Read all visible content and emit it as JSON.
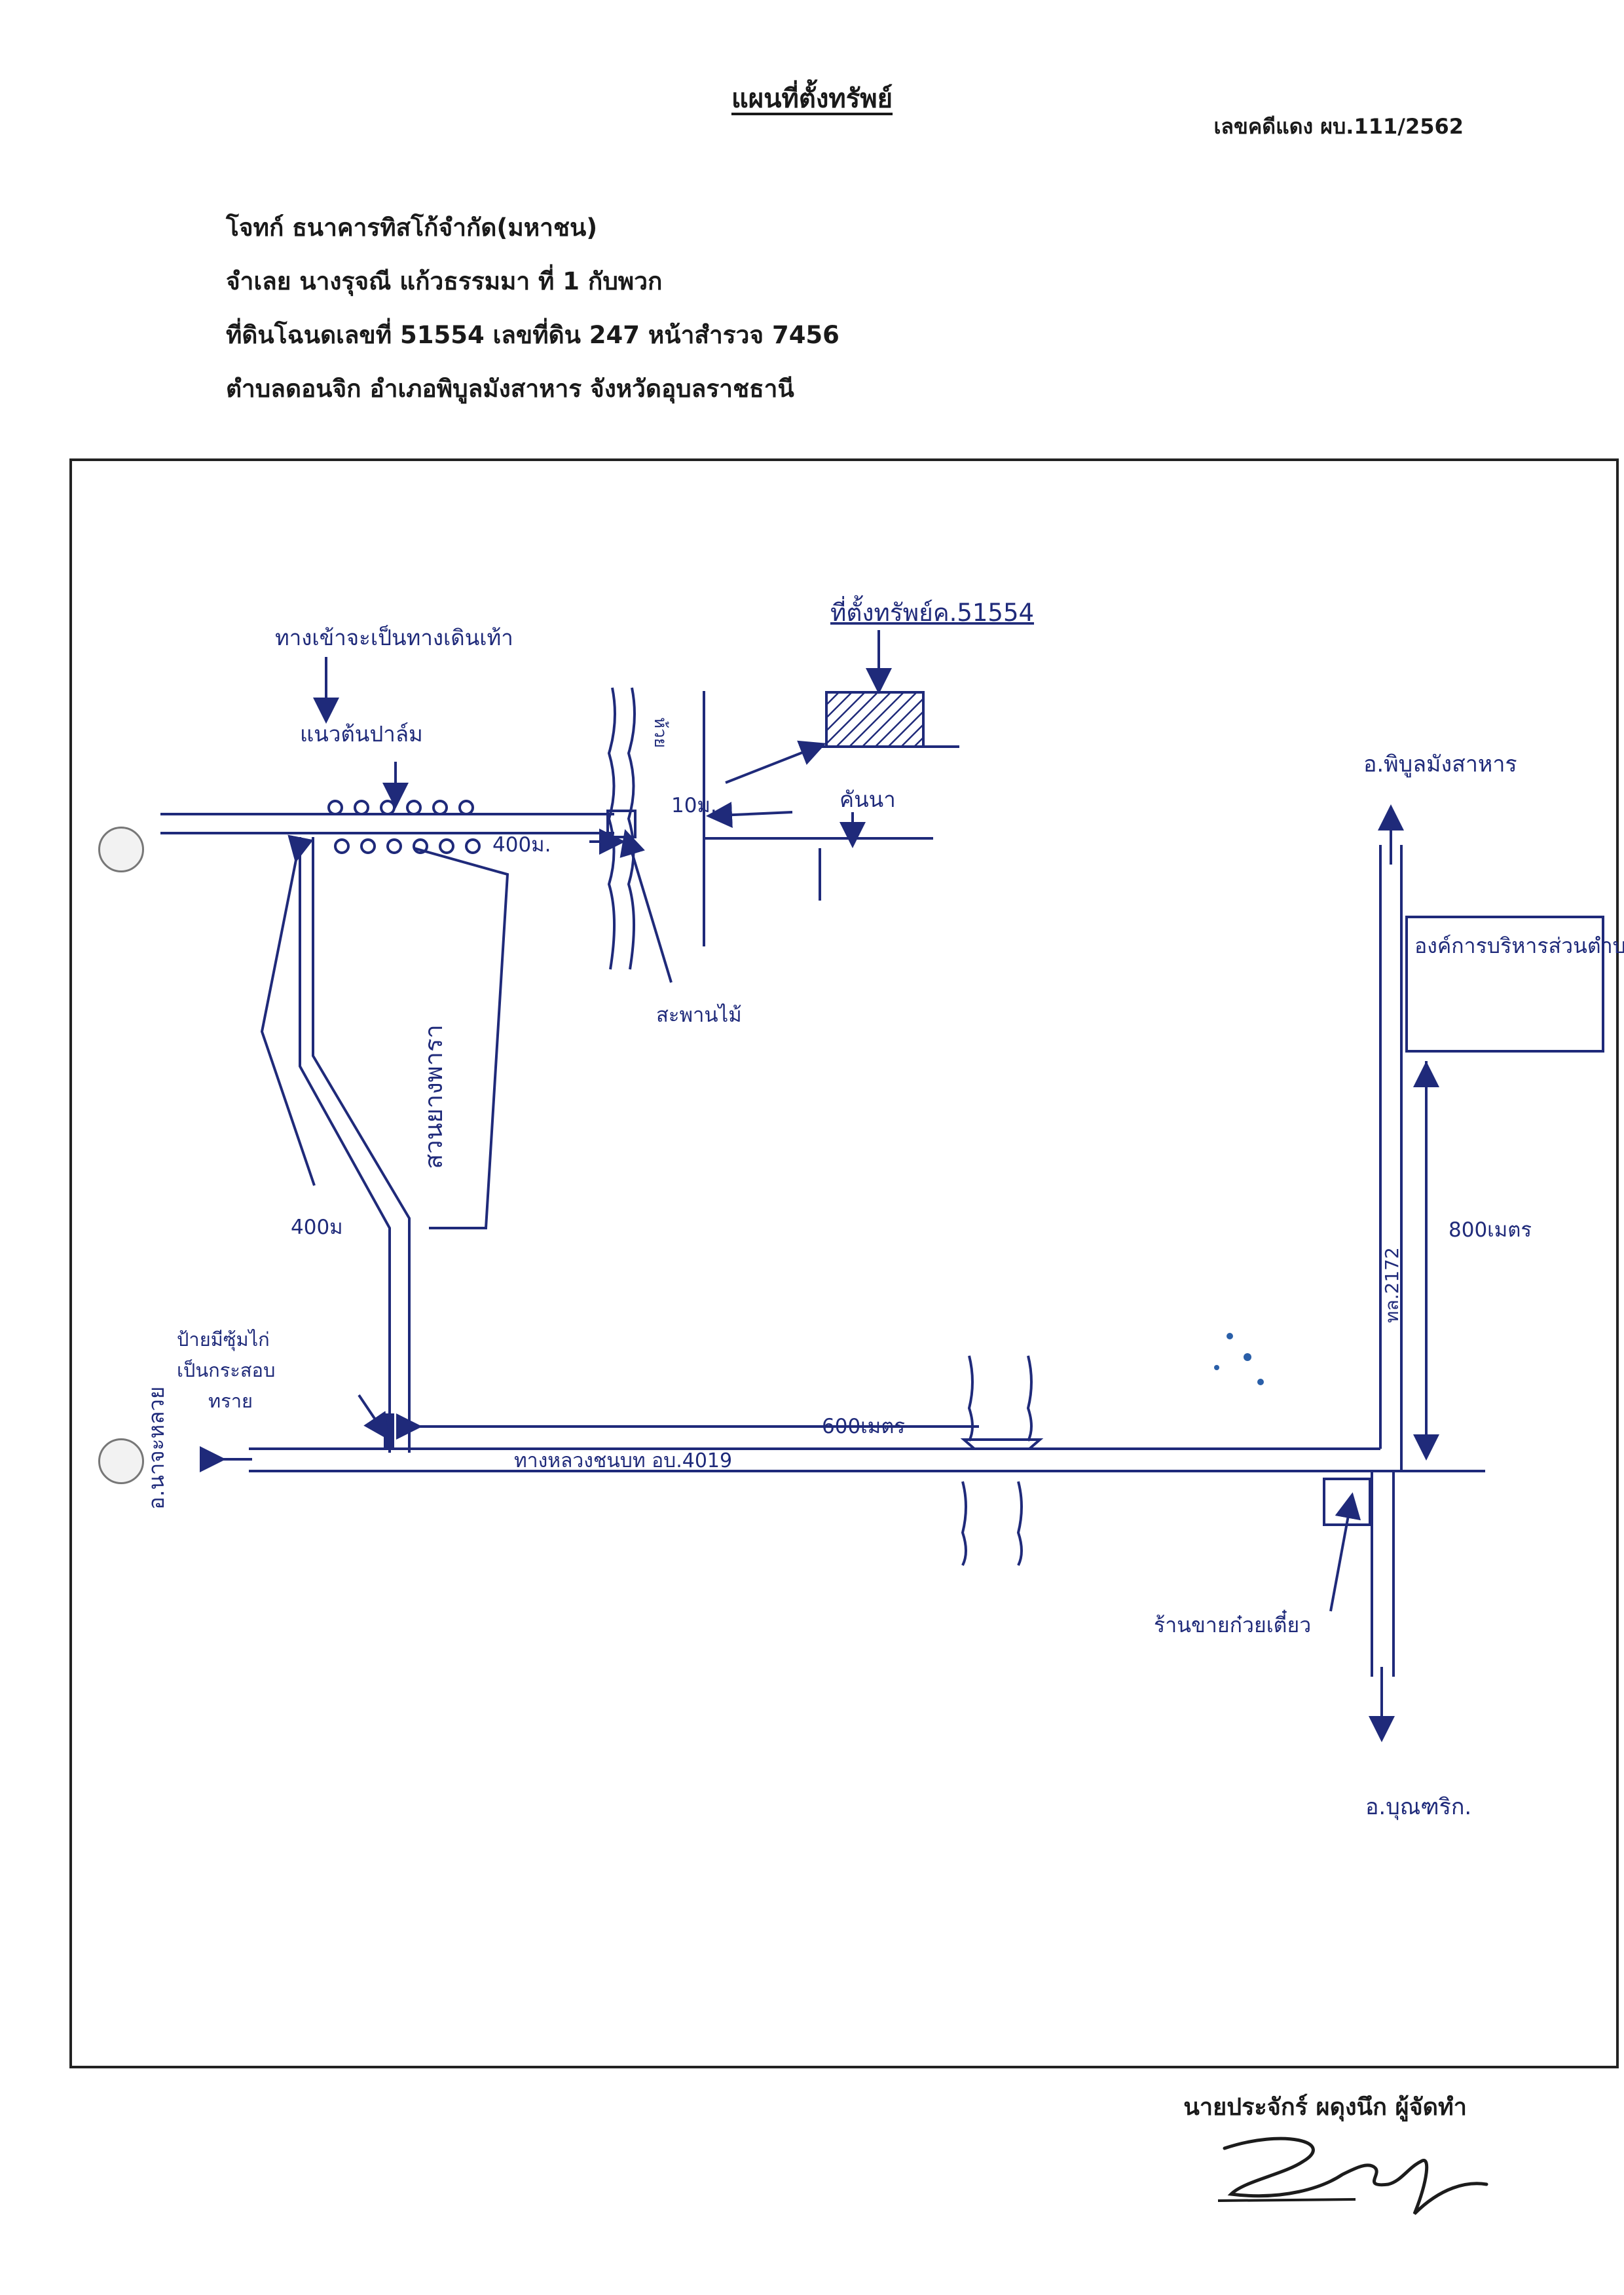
{
  "document": {
    "title": "แผนที่ตั้งทรัพย์",
    "case_number": "เลขคดีแดง ผบ.111/2562",
    "plaintiff": "โจทก์ ธนาคารทิสโก้จำกัด(มหาชน)",
    "defendant": "จำเลย นางรุจณี แก้วธรรมมา ที่ 1 กับพวก",
    "land_deed": "ที่ดินโฉนดเลขที่ 51554 เลขที่ดิน 247 หน้าสำรวจ 7456",
    "location": "ตำบลดอนจิก  อำเภอพิบูลมังสาหาร จังหวัดอุบลราชธานี",
    "preparer": "นายประจักร์ ผดุงนึก ผู้จัดทำ"
  },
  "map": {
    "labels": {
      "footpath_note": "ทางเข้าจะเป็นทางเดินเท้า",
      "palm_row": "แนวต้นปาล์ม",
      "property_location": "ที่ตั้งทรัพย์ค.51554",
      "dike": "คันนา",
      "stream": "ห้วย",
      "wood_bridge": "สะพานไม้",
      "distance_400m_top": "400ม.",
      "distance_400m_left": "400ม",
      "distance_10m": "10ม.",
      "rubber_plantation": "สวนยางพารา",
      "sign_note_1": "ป้ายมีซุ้มไก่",
      "sign_note_2": "เป็นกระสอบ",
      "sign_note_3": "ทราย",
      "to_nachaluai": "อ.นาจะหลวย",
      "distance_600m": "600เมตร",
      "rural_road": "ทางหลวงชนบท อบ.4019",
      "to_phibun": "อ.พิบูลมังสาหาร",
      "sao_office": "องค์การบริหารส่วนตำบลดอนจิก",
      "highway": "ทล.2172",
      "distance_800m": "800เมตร",
      "shop": "ร้านขายก๋วยเตี๋ยว",
      "to_buntharik": "อ.บุณฑริก."
    }
  }
}
